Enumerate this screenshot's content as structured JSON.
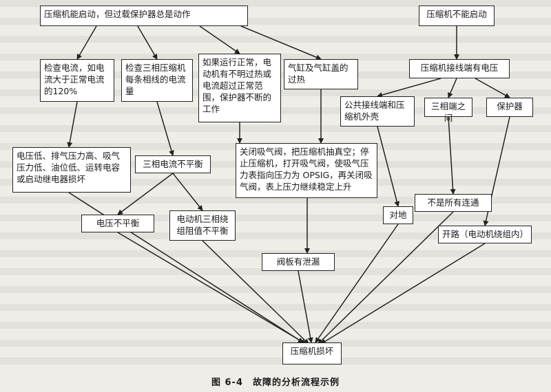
{
  "boxes": {
    "n1": "压缩机能启动，但过载保护器总是动作",
    "n2": "压缩机不能启动",
    "n3": "检查电流，如电流大于正常电流的120%",
    "n4": "检查三相压缩机每条相线的电流量",
    "n5": "如果运行正常，电动机有不明过热或电流超过正常范围，保护器不断的工作",
    "n6": "气缸及气缸盖的过热",
    "n7": "压缩机接线端有电压",
    "n8": "公共接线端和压缩机外壳",
    "n9": "三相端之间",
    "n10": "保护器",
    "n11": "电压低、排气压力高、吸气压力低、油位低、运转电容或启动继电器损坏",
    "n12": "三相电流不平衡",
    "n13": "关闭吸气阀，把压缩机抽真空；停止压缩机，打开吸气阀，使吸气压力表指向压力为 OPSIG，再关闭吸气阀，表上压力继续稳定上升",
    "n14": "电压不平衡",
    "n15": "电动机三相绕组阻值不平衡",
    "n16": "对地",
    "n17": "不是所有连通",
    "n18": "开路（电动机绕组内）",
    "n19": "阀板有泄漏",
    "n20": "压缩机损坏"
  },
  "caption": "图 6-4　故障的分析流程示例",
  "colors": {
    "box_border": "#222222",
    "box_fill": "#ffffff",
    "background": "#efede8"
  }
}
